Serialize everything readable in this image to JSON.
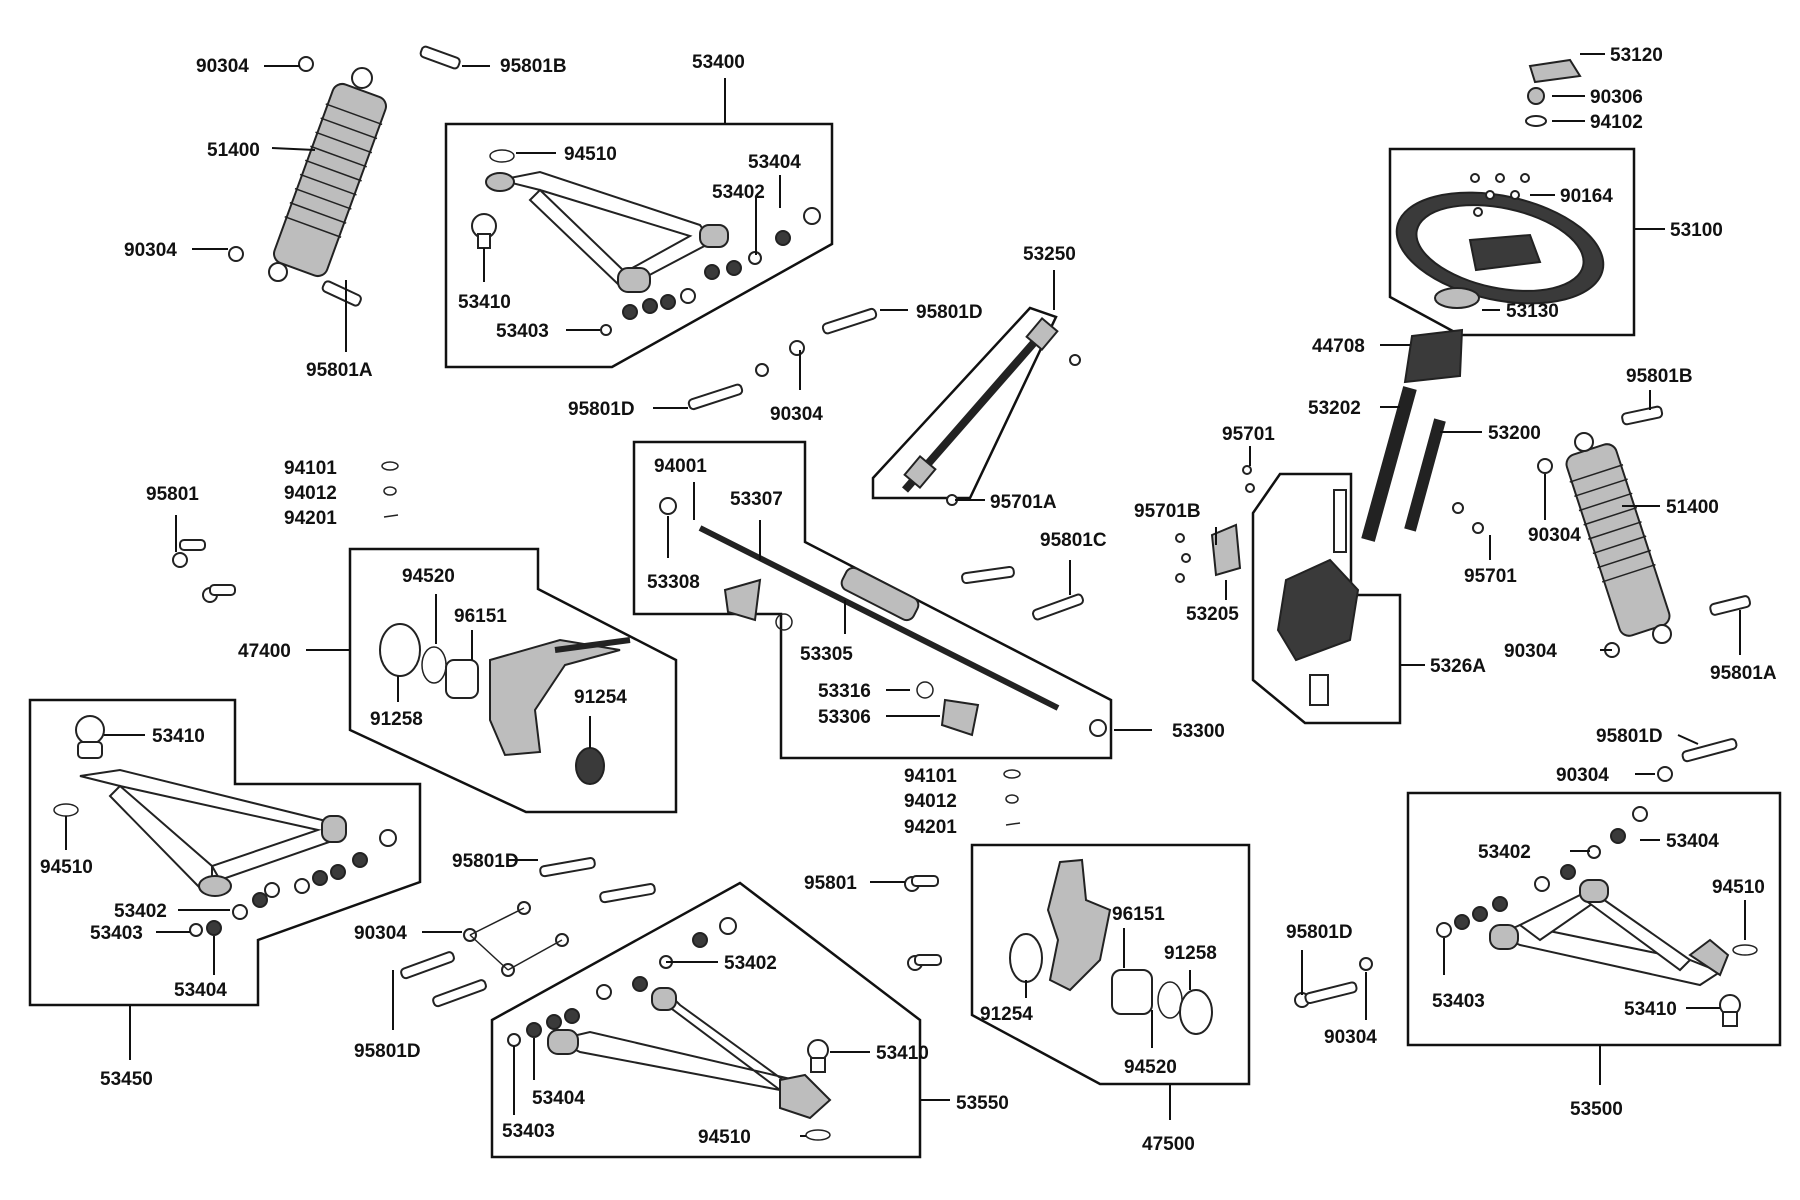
{
  "labels": {
    "l_90304_a": "90304",
    "l_95801B_a": "95801B",
    "l_51400_a": "51400",
    "l_90304_b": "90304",
    "l_95801A_a": "95801A",
    "l_53400": "53400",
    "l_94510_a": "94510",
    "l_53404_a": "53404",
    "l_53402_a": "53402",
    "l_53410_a": "53410",
    "l_53403_a": "53403",
    "l_95801D_a": "95801D",
    "l_95801D_b": "95801D",
    "l_90304_c": "90304",
    "l_53250": "53250",
    "l_95701A": "95701A",
    "l_95801C": "95801C",
    "l_94101_a": "94101",
    "l_94012_a": "94012",
    "l_94201_a": "94201",
    "l_95801_a": "95801",
    "l_94001": "94001",
    "l_53307": "53307",
    "l_53308": "53308",
    "l_53305": "53305",
    "l_53316": "53316",
    "l_53306": "53306",
    "l_53300": "53300",
    "l_94520_a": "94520",
    "l_96151_a": "96151",
    "l_47400": "47400",
    "l_91258_a": "91258",
    "l_91254_a": "91254",
    "l_53410_b": "53410",
    "l_94510_b": "94510",
    "l_53402_b": "53402",
    "l_53403_b": "53403",
    "l_53404_b": "53404",
    "l_53450": "53450",
    "l_95801D_c": "95801D",
    "l_90304_d": "90304",
    "l_95801D_d": "95801D",
    "l_94101_b": "94101",
    "l_94012_b": "94012",
    "l_94201_b": "94201",
    "l_95801_b": "95801",
    "l_53402_c": "53402",
    "l_53410_c": "53410",
    "l_53550": "53550",
    "l_53404_c": "53404",
    "l_53403_c": "53403",
    "l_94510_c": "94510",
    "l_96151_b": "96151",
    "l_91258_b": "91258",
    "l_91254_b": "91254",
    "l_94520_b": "94520",
    "l_47500": "47500",
    "l_95801D_e": "95801D",
    "l_90304_e": "90304",
    "l_53120": "53120",
    "l_90306": "90306",
    "l_94102": "94102",
    "l_90164": "90164",
    "l_53100": "53100",
    "l_53130": "53130",
    "l_44708": "44708",
    "l_53202": "53202",
    "l_53200": "53200",
    "l_95701_a": "95701",
    "l_95701B": "95701B",
    "l_53205": "53205",
    "l_5326A": "5326A",
    "l_95701_b": "95701",
    "l_95801B_b": "95801B",
    "l_90304_f": "90304",
    "l_51400_b": "51400",
    "l_90304_g": "90304",
    "l_95801A_b": "95801A",
    "l_95801D_f": "95801D",
    "l_90304_h": "90304",
    "l_53402_d": "53402",
    "l_53404_d": "53404",
    "l_94510_d": "94510",
    "l_53403_d": "53403",
    "l_53410_d": "53410",
    "l_53500": "53500"
  }
}
